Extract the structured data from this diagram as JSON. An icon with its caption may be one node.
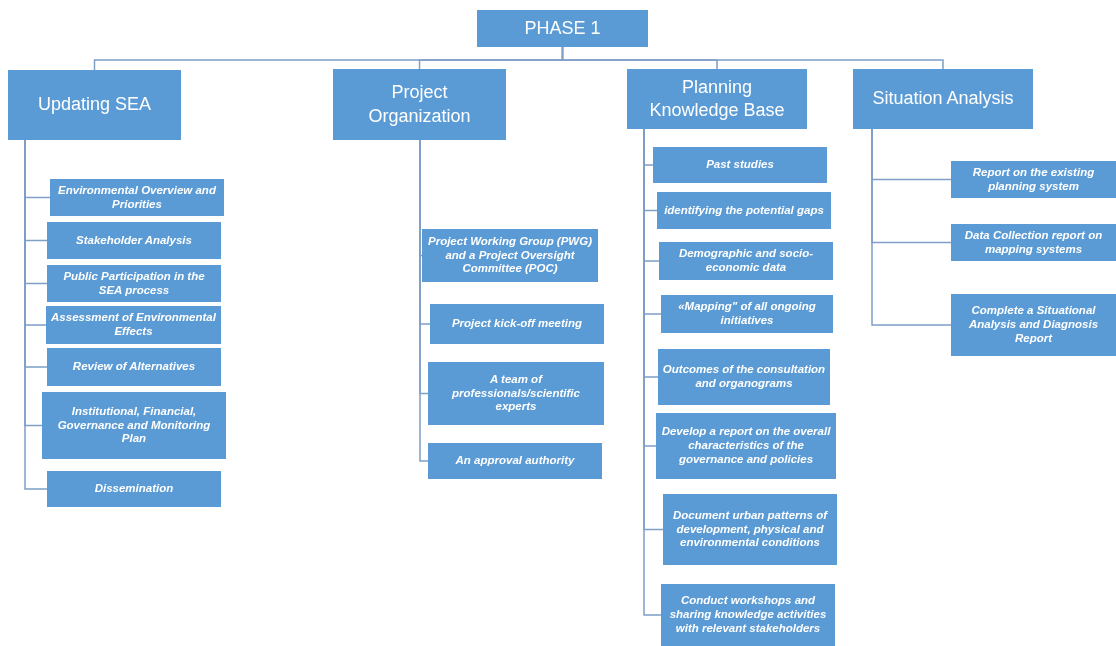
{
  "diagram": {
    "nodes": [
      {
        "text": [
          "PHASE 1"
        ]
      },
      {
        "text": [
          "Updating SEA"
        ]
      },
      {
        "text": [
          "Project Organization"
        ]
      },
      {
        "text": [
          "Planning Knowledge Base"
        ]
      },
      {
        "text": [
          "Situation Analysis"
        ]
      },
      {
        "text": [
          "Environmental Overview and Priorities"
        ]
      },
      {
        "text": [
          "Stakeholder Analysis"
        ]
      },
      {
        "text": [
          "Public Participation in the SEA process"
        ]
      },
      {
        "text": [
          "Assessment of Environmental Effects"
        ]
      },
      {
        "text": [
          "Review of Alternatives"
        ]
      },
      {
        "text": [
          "Institutional, Financial, Governance and Monitoring Plan"
        ]
      },
      {
        "text": [
          "Dissemination"
        ]
      },
      {
        "text": [
          "Project Working Group (PWG) and a Project Oversight Committee (POC)"
        ]
      },
      {
        "text": [
          "Project kick-off meeting"
        ]
      },
      {
        "text": [
          "A team of professionals/scientific experts"
        ]
      },
      {
        "text": [
          "An approval authority"
        ]
      },
      {
        "text": [
          "Past studies"
        ]
      },
      {
        "text": [
          "identifying the potential gaps"
        ]
      },
      {
        "text": [
          "Demographic and socio-economic data"
        ]
      },
      {
        "text": [
          "«Mapping\" of all ongoing initiatives"
        ]
      },
      {
        "text": [
          "Outcomes of the consultation and organograms"
        ]
      },
      {
        "text": [
          "Develop a report on the overall characteristics of the governance and policies"
        ]
      },
      {
        "text": [
          "Document urban patterns of development, physical and environmental conditions"
        ]
      },
      {
        "text": [
          "Conduct workshops and sharing knowledge activities with relevant stakeholders"
        ]
      },
      {
        "text": [
          "Report on the existing planning system"
        ]
      },
      {
        "text": [
          "Data Collection report on mapping systems"
        ]
      },
      {
        "text": [
          "Complete a Situational Analysis and Diagnosis Report"
        ]
      }
    ],
    "edges": [
      {
        "from": 0,
        "to": 1,
        "arrow": "none"
      },
      {
        "from": 0,
        "to": 2,
        "arrow": "none"
      },
      {
        "from": 0,
        "to": 3,
        "arrow": "none"
      },
      {
        "from": 0,
        "to": 4,
        "arrow": "none"
      },
      {
        "from": 1,
        "to": 5,
        "arrow": "none"
      },
      {
        "from": 1,
        "to": 6,
        "arrow": "none"
      },
      {
        "from": 1,
        "to": 7,
        "arrow": "none"
      },
      {
        "from": 1,
        "to": 8,
        "arrow": "none"
      },
      {
        "from": 1,
        "to": 9,
        "arrow": "none"
      },
      {
        "from": 1,
        "to": 10,
        "arrow": "none"
      },
      {
        "from": 1,
        "to": 11,
        "arrow": "none"
      },
      {
        "from": 2,
        "to": 12,
        "arrow": "none"
      },
      {
        "from": 2,
        "to": 13,
        "arrow": "none"
      },
      {
        "from": 2,
        "to": 14,
        "arrow": "none"
      },
      {
        "from": 2,
        "to": 15,
        "arrow": "none"
      },
      {
        "from": 3,
        "to": 16,
        "arrow": "none"
      },
      {
        "from": 3,
        "to": 17,
        "arrow": "none"
      },
      {
        "from": 3,
        "to": 18,
        "arrow": "none"
      },
      {
        "from": 3,
        "to": 19,
        "arrow": "none"
      },
      {
        "from": 3,
        "to": 20,
        "arrow": "none"
      },
      {
        "from": 3,
        "to": 21,
        "arrow": "none"
      },
      {
        "from": 3,
        "to": 22,
        "arrow": "none"
      },
      {
        "from": 3,
        "to": 23,
        "arrow": "none"
      },
      {
        "from": 4,
        "to": 24,
        "arrow": "none"
      },
      {
        "from": 4,
        "to": 25,
        "arrow": "none"
      },
      {
        "from": 4,
        "to": 26,
        "arrow": "none"
      }
    ]
  }
}
